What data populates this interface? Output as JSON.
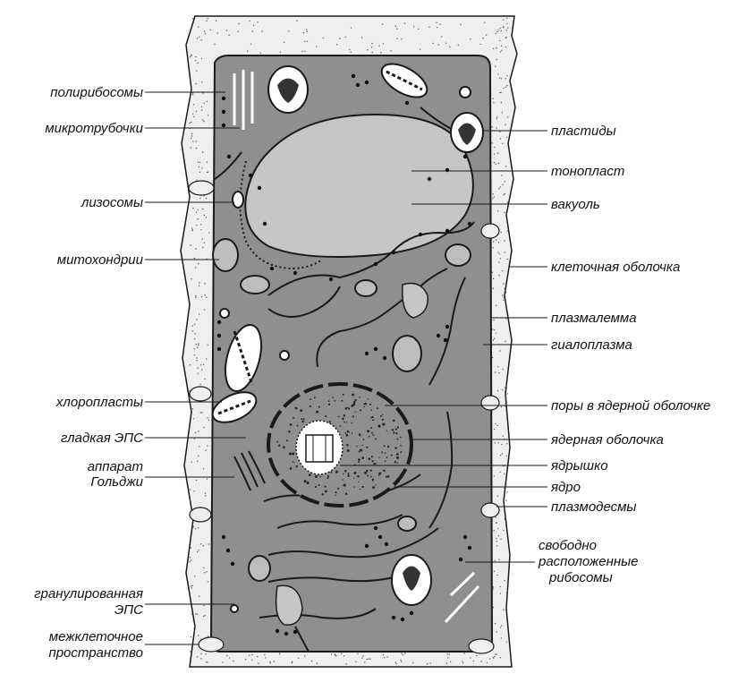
{
  "labels_left": {
    "polyribosomes": "полирибосомы",
    "microtubules": "микротрубочки",
    "lysosomes": "лизосомы",
    "mitochondria": "митохондрии",
    "chloroplasts": "хлоропласты",
    "smooth_er": "гладкая ЭПС",
    "golgi_line1": "аппарат",
    "golgi_line2": "Гольджи",
    "rough_er_line1": "гранулированная",
    "rough_er_line2": "ЭПС",
    "intercellular_line1": "межклеточное",
    "intercellular_line2": "пространство"
  },
  "labels_right": {
    "plastids": "пластиды",
    "tonoplast": "тонопласт",
    "vacuole": "вакуоль",
    "cell_wall": "клеточная оболочка",
    "plasmalemma": "плазмалемма",
    "hyaloplasm": "гиалоплазма",
    "nuclear_pores": "поры в ядерной оболочке",
    "nuclear_envelope": "ядерная оболочка",
    "nucleolus": "ядрышко",
    "nucleus": "ядро",
    "plasmodesmata": "плазмодесмы",
    "free_ribosomes_line1": "свободно",
    "free_ribosomes_line2": "расположенные",
    "free_ribosomes_line3": "рибосомы"
  },
  "colors": {
    "cell_wall": "#efefef",
    "cytoplasm": "#8f8f8f",
    "vacuole": "#c6c6c6",
    "outline": "#1a1a1a",
    "label_text": "#111111"
  }
}
